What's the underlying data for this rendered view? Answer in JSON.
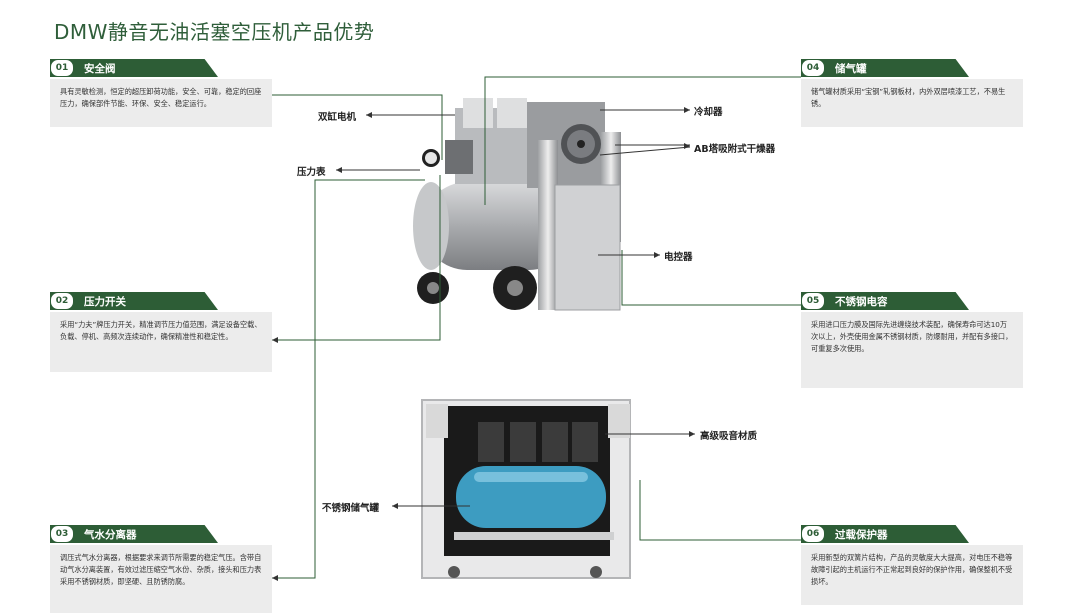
{
  "title": "DMW静音无油活塞空压机产品优势",
  "cards": [
    {
      "num": "01",
      "title": "安全阀",
      "text": "具有灵敏检测，恒定的超压卸荷功能，安全、可靠，稳定的回座压力，确保部件节能、环保、安全、稳定运行。"
    },
    {
      "num": "02",
      "title": "压力开关",
      "text": "采用“力夫”牌压力开关，精准调节压力值范围，满足设备空载、负载、停机、高频次连续动作，确保精准性和稳定性。"
    },
    {
      "num": "03",
      "title": "气水分离器",
      "text": "调压式气水分离器，根据要求来调节所需要的稳定气压。含带自动气水分离装置，有效过滤压缩空气水份、杂质，接头和压力表采用不锈钢材质，即坚硬、且防锈防腐。"
    },
    {
      "num": "04",
      "title": "储气罐",
      "text": "储气罐材质采用“宝钢”轧钢板材，内外双层喷漆工艺，不易生锈。"
    },
    {
      "num": "05",
      "title": "不锈钢电容",
      "text": "采用进口压力膜及国际先进缠绕技术装配，确保寿命可达10万次以上，外壳使用金属不锈钢材质，防爆耐用，并配有多接口，可重复多次使用。"
    },
    {
      "num": "06",
      "title": "过载保护器",
      "text": "采用新型的双簧片结构，产品的灵敏度大大提高，对电压不稳等故障引起的主机运行不正常起到良好的保护作用，确保整机不受损坏。"
    }
  ],
  "labels": {
    "motor": "双缸电机",
    "gauge": "压力表",
    "cooler": "冷却器",
    "dryer": "AB塔吸附式干燥器",
    "controller": "电控器",
    "sound": "高级吸音材质",
    "tank": "不锈钢储气罐"
  },
  "colors": {
    "accent": "#2d5d36",
    "card_bg": "#ececec",
    "title": "#2f5e3a"
  }
}
